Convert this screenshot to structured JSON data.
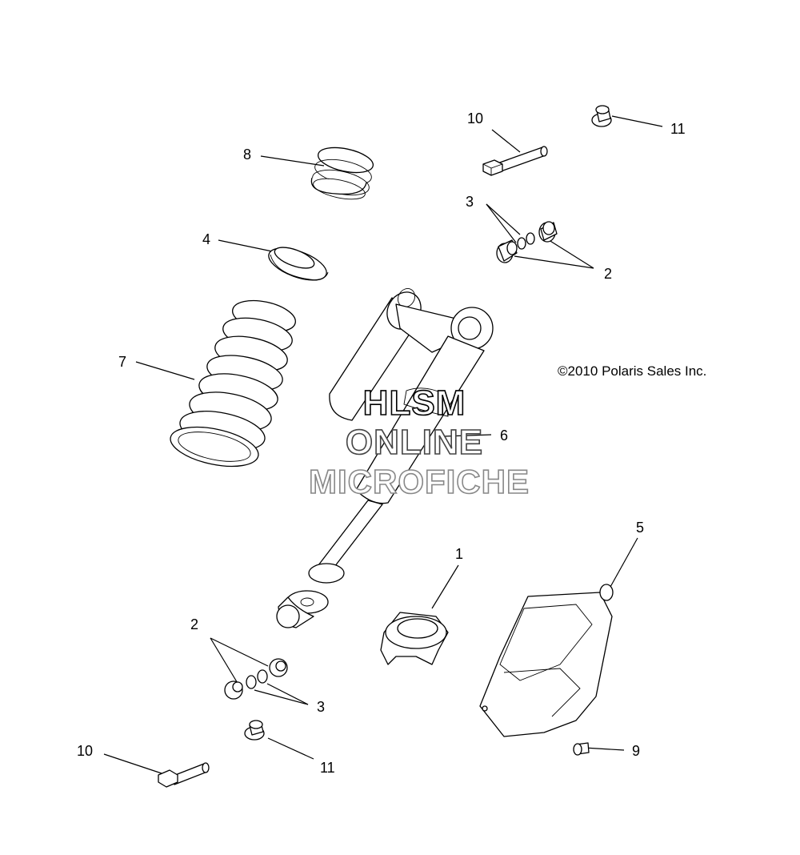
{
  "copyright": "©2010 Polaris Sales Inc.",
  "watermark": {
    "line1": "HLSM",
    "line2": "ONLINE",
    "line3": "MICROFICHE"
  },
  "callouts": {
    "c10_top": "10",
    "c11_top": "11",
    "c8": "8",
    "c3_top": "3",
    "c2_top": "2",
    "c4": "4",
    "c7": "7",
    "c6": "6",
    "c5": "5",
    "c1": "1",
    "c2_bottom": "2",
    "c3_bottom": "3",
    "c10_bottom": "10",
    "c11_bottom": "11",
    "c9": "9"
  }
}
